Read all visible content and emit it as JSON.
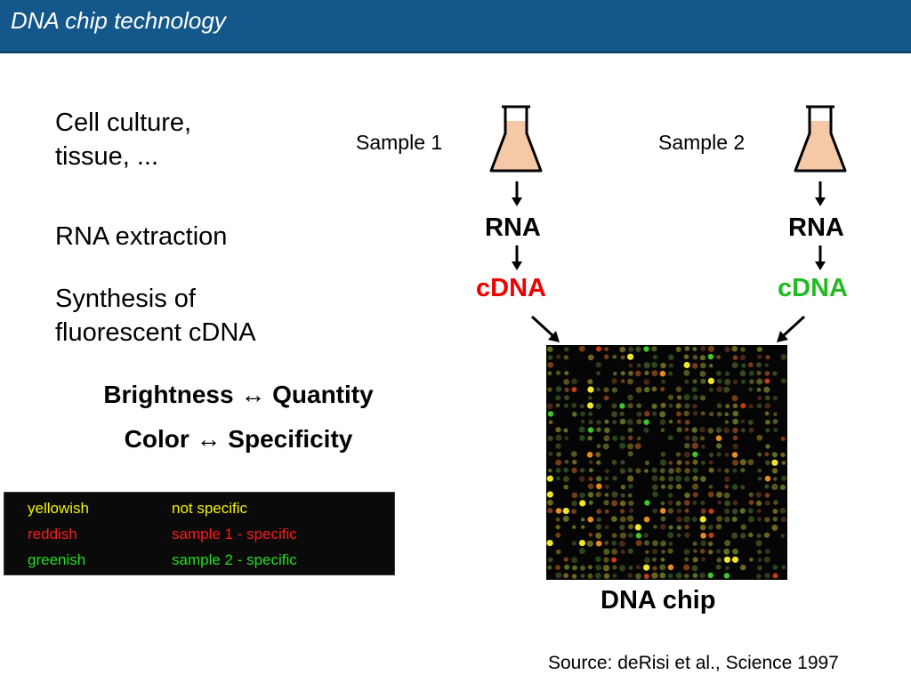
{
  "header": {
    "title": "DNA chip technology"
  },
  "left": {
    "step1": "Cell culture,\ntissue, ...",
    "step2": "RNA extraction",
    "step3": "Synthesis of\nfluorescent cDNA",
    "brightness": "Brightness ↔ Quantity",
    "color": "Color ↔ Specificity"
  },
  "legend": [
    {
      "label": "yellowish",
      "meaning": "not specific",
      "color": "#f2f200"
    },
    {
      "label": "reddish",
      "meaning": "sample 1 - specific",
      "color": "#ff1a1a"
    },
    {
      "label": "greenish",
      "meaning": "sample 2 - specific",
      "color": "#22dd22"
    }
  ],
  "samples": [
    {
      "label": "Sample 1",
      "rna": "RNA",
      "cdna": "cDNA",
      "cdna_color": "#ee0000"
    },
    {
      "label": "Sample 2",
      "rna": "RNA",
      "cdna": "cDNA",
      "cdna_color": "#22bb22"
    }
  ],
  "chip": {
    "label": "DNA chip"
  },
  "source": "Source: deRisi et al., Science 1997",
  "colors": {
    "header_bg": "#14578a",
    "flask_fill": "#f6c9a6"
  }
}
